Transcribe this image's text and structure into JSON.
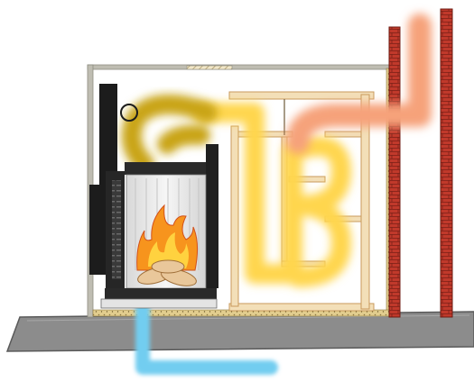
{
  "diagram": {
    "kind": "fireplace heat-exchanger cross-section",
    "colors": {
      "background": "#ffffff",
      "floor": "#8c8c8c",
      "floor_outline": "#5a5a5a",
      "brick": "#c0392b",
      "brick_mortar": "#7a1f16",
      "insulation": "#e2cd8e",
      "enclosure": "#bfbdb2",
      "frame": "#f3dfb8",
      "frame_edge": "#c89a5c",
      "stove_body": "#1c1c1c",
      "firebox": "#efeeee",
      "hot_gas": "#f6a27a",
      "warm_gas": "#ffd64e",
      "smoke": "#c9a418",
      "cold_air": "#72cdf0",
      "flame": "#f7941d",
      "logs": "#e9c79a"
    },
    "flows": [
      {
        "name": "cold-air-intake",
        "color": "cold_air"
      },
      {
        "name": "smoke-to-heat-exchanger",
        "color": "smoke"
      },
      {
        "name": "warm-serpentine",
        "color": "warm_gas"
      },
      {
        "name": "hot-exhaust-to-chimney",
        "color": "hot_gas"
      }
    ]
  }
}
